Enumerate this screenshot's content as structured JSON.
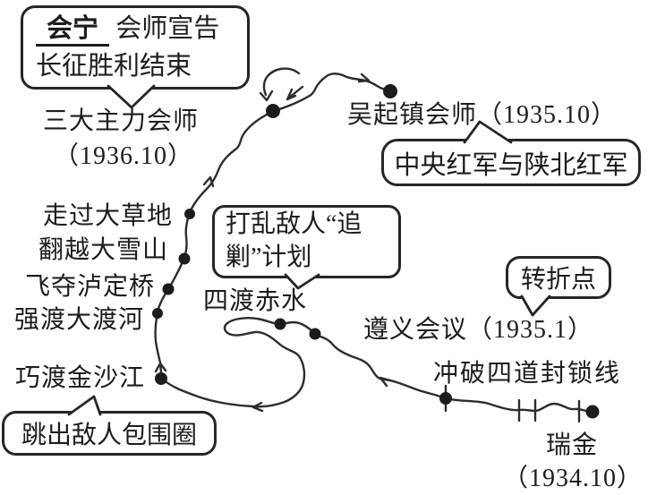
{
  "figure": {
    "background": "#ffffff",
    "ink": "#262626"
  },
  "callouts": {
    "huining": {
      "keyword": "会宁",
      "line1_rest": "会师宣告",
      "line2": "长征胜利结束"
    },
    "central": {
      "text": "中央红军与陕北红军"
    },
    "disrupt": {
      "line1": "打乱敌人“追",
      "line2": "剿”计划"
    },
    "turning": {
      "text": "转折点"
    },
    "escape": {
      "text": "跳出敌人包围圈"
    }
  },
  "labels": {
    "sanda": {
      "text": "三大主力会师",
      "date": "（1936.10）"
    },
    "wuqi": {
      "text": "吴起镇会师（1935.10）"
    },
    "caodi": {
      "text": "走过大草地"
    },
    "xueshan": {
      "text": "翻越大雪山"
    },
    "luding": {
      "text": "飞夺泸定桥"
    },
    "dadu": {
      "text": "强渡大渡河"
    },
    "chishui": {
      "text": "四渡赤水"
    },
    "zunyi": {
      "text": "遵义会议（1935.1）"
    },
    "fengsuo": {
      "text": "冲破四道封锁线"
    },
    "jinsha": {
      "text": "巧渡金沙江"
    },
    "ruijin": {
      "text": "瑞金",
      "date": "（1934.10）"
    }
  }
}
